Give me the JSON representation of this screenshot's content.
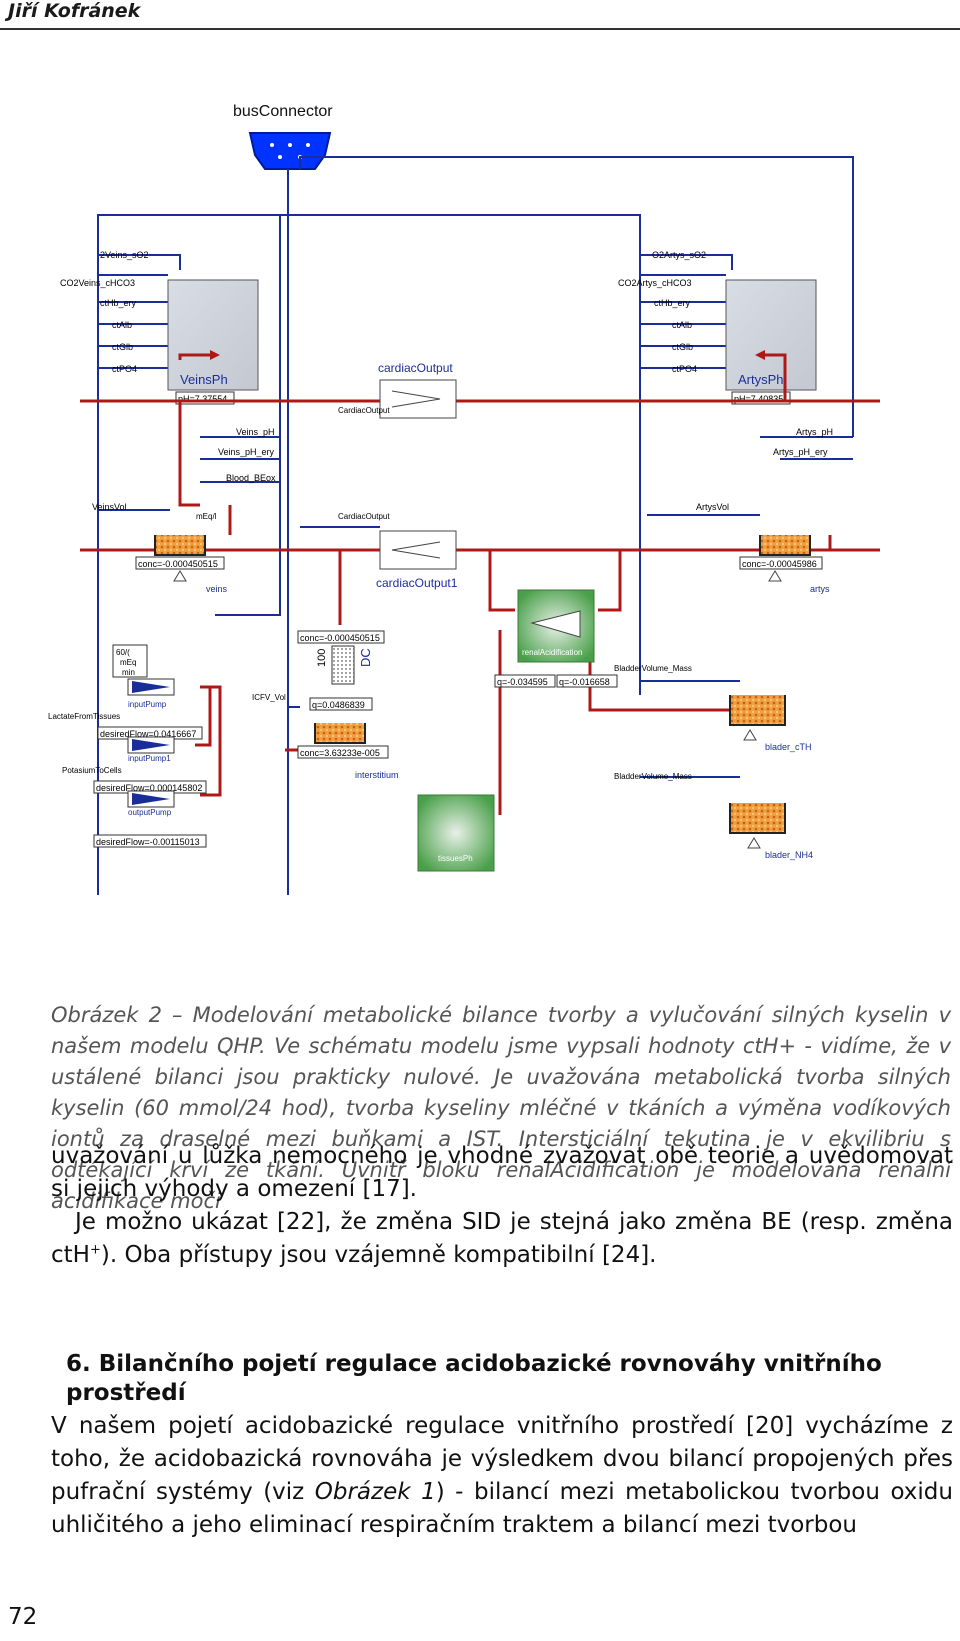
{
  "header": {
    "running_head": "Jiří Kofránek"
  },
  "diagram": {
    "bus_connector": "busConnector",
    "veins_inputs": [
      "2Veins_sO2",
      "CO2Veins_cHCO3",
      "ctHb_ery",
      "ctAlb",
      "ctGlb",
      "ctPO4"
    ],
    "artys_inputs": [
      "O2Artys_sO2",
      "CO2Artys_cHCO3",
      "ctHb_ery",
      "ctAlb",
      "ctGlb",
      "ctPO4"
    ],
    "veins_block": "VeinsPh",
    "artys_block": "ArtysPh",
    "veins_ph": "pH=7.37554",
    "artys_ph": "pH=7.40835",
    "veins_pH_label": "Veins_pH",
    "veins_pH_ery_label": "Veins_pH_ery",
    "artys_pH_label": "Artys_pH",
    "artys_pH_ery_label": "Artys_pH_ery",
    "blood_beox": "Blood_BEox",
    "meq": "mEq/l",
    "cardiac_output_title": "cardiacOutput",
    "cardiac_output1_title": "cardiacOutput1",
    "cardiac_output_label_a": "CardiacOutput",
    "cardiac_output_label_b": "CardiacOutput",
    "veins_vol": "VeinsVol",
    "artys_vol": "ArtysVol",
    "veins_conc": "conc=-0.000450515",
    "artys_conc": "conc=-0.00045986",
    "veins_name": "veins",
    "artys_name": "artys",
    "renal_block": "renalAcidification",
    "renal_q1": "q=-0.034595",
    "renal_q2": "q=-0.016658",
    "dc_conc": "conc=-0.000450515",
    "dc_q": "q=0.0486839",
    "dc_label": "DC",
    "dc_value": "100",
    "meq_min": [
      "60/(",
      "mEq",
      "min"
    ],
    "input_pump": "inputPump",
    "input_pump1": "inputPump1",
    "output_pump": "outputPump",
    "lactate": "LactateFromTissues",
    "potassium": "PotasiumToCells",
    "desired1": "desiredFlow=0.0416667",
    "desired2": "desiredFlow=0.000145802",
    "desired3": "desiredFlow=-0.00115013",
    "icfv": "ICFV_Vol",
    "interstitium_conc": "conc=3.63233e-005",
    "interstitium": "interstitium",
    "tissues_ph": "tissuesPh",
    "bladder_vol1": "BladderVolume_Mass",
    "bladder_vol2": "BladderVolume_Mass",
    "blader_cth": "blader_cTH",
    "blader_nh4": "blader_NH4"
  },
  "caption": "Obrázek 2 – Modelování metabolické bilance tvorby a vylučování silných kyselin v našem modelu QHP. Ve schématu modelu jsme vypsali hodnoty ctH+ - vidíme, že v ustálené bilanci jsou prakticky nulové. Je uvažována metabolická tvorba silných kyselin (60 mmol/24 hod), tvorba kyseliny mléčné v tkáních a výměna vodíkových iontů za draselné mezi buňkami a IST. Intersticiální tekutina je v ekvilibriu s odtékající krví ze tkání. Uvnitř bloku renalAcidification je modelována renální acidifikace moči",
  "para1": "uvažování u lůžka nemocného je vhodné zvažovat obě teorie a uvědomovat si jejich výhody a omezení [17].",
  "para2_a": "Je možno ukázat [22], že změna SID je stejná jako změna BE (resp. změna ctH",
  "para2_sup": "+",
  "para2_b": "). Oba přístupy jsou vzájemně kompatibilní [24].",
  "section_heading": "6. Bilančního pojetí regulace acidobazické rovnováhy vnitřního prostředí",
  "para3_a": "V našem pojetí acidobazické regulace vnitřního prostředí [20] vycházíme z toho, že acidobazická rovnováha je výsledkem dvou bilancí propojených přes pufrační systémy (viz ",
  "para3_em": "Obrázek 1",
  "para3_b": ") - bilancí mezi metabolickou tvorbou oxidu uhličitého a jeho eliminací respiračním traktem a bilancí mezi tvorbou",
  "page_number": "72"
}
